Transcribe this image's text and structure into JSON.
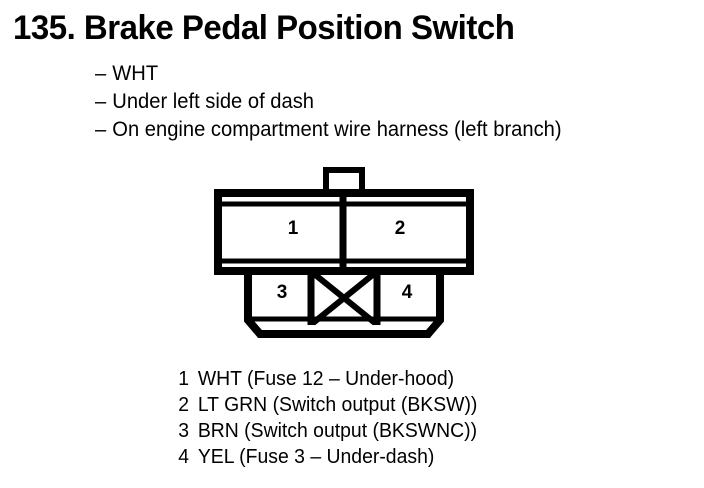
{
  "header": {
    "number": "135.",
    "title": "Brake Pedal Position Switch",
    "full_title": "135. Brake Pedal Position Switch",
    "bullet_marker": "–",
    "bullets": [
      "WHT",
      "Under left side of dash",
      "On engine compartment wire harness (left branch)"
    ]
  },
  "connector": {
    "name": "4-cavity connector pinout",
    "top_row_cavities": [
      "1",
      "2"
    ],
    "bottom_row_cavities": [
      "3",
      "",
      "4"
    ],
    "blocked_cavity_marker": "X",
    "blocked_cavity_name": "blocked-cavity-x",
    "has_locking_tab": true,
    "line_color": "#000000",
    "fill_color": "#ffffff"
  },
  "legend": {
    "name": "pin-legend",
    "rows": [
      {
        "pin": "1",
        "text": "WHT (Fuse 12 – Under-hood)"
      },
      {
        "pin": "2",
        "text": "LT GRN (Switch output (BKSW))"
      },
      {
        "pin": "3",
        "text": "BRN (Switch output (BKSWNC))"
      },
      {
        "pin": "4",
        "text": "YEL (Fuse 3 – Under-dash)"
      }
    ]
  },
  "page": {
    "background": "#ffffff",
    "text_color": "#000000"
  }
}
